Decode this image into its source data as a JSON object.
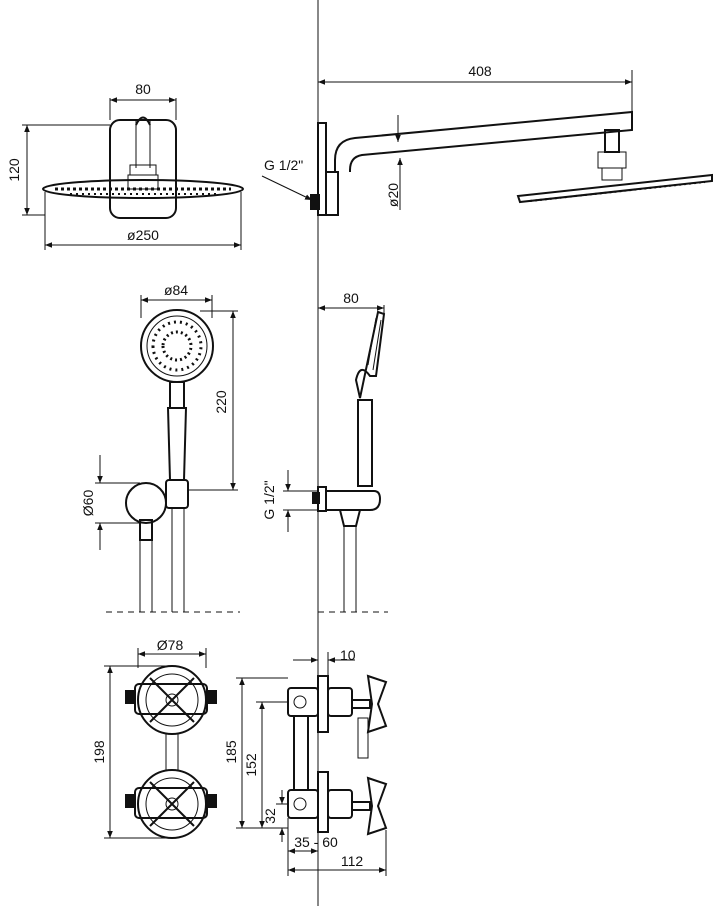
{
  "diagram": {
    "shower_head_front": {
      "width_dim": "80",
      "height_dim": "120",
      "diameter_dim": "ø250"
    },
    "shower_arm_side": {
      "length_dim": "408",
      "thread_dim": "G 1/2\"",
      "pipe_dim": "ø20"
    },
    "hand_shower_front": {
      "head_dim": "ø84",
      "length_dim": "220",
      "holder_dim": "Ø60"
    },
    "hand_shower_side": {
      "depth_dim": "80",
      "thread_dim": "G 1/2\""
    },
    "mixer_front": {
      "diameter_dim": "Ø78",
      "height_dim": "198"
    },
    "mixer_side": {
      "flange_dim": "10",
      "height_outer_dim": "185",
      "height_inner_dim": "152",
      "offset_dim": "32",
      "range_dim": "35 - 60",
      "depth_dim": "112"
    }
  }
}
